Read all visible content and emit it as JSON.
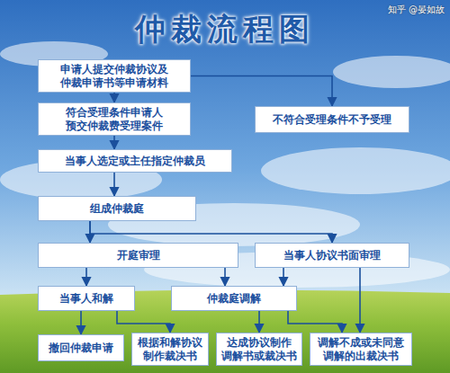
{
  "diagram": {
    "title": "仲裁流程图",
    "nodes": [
      {
        "text": [
          "申请人提交仲裁协议及 仲裁申请书等申请材料"
        ]
      },
      {
        "text": [
          "符合受理条件申请人 预交仲裁费受理案件"
        ]
      },
      {
        "text": [
          "不符合受理条件不予受理"
        ]
      },
      {
        "text": [
          "当事人选定或主任指定仲裁员"
        ]
      },
      {
        "text": [
          "组成仲裁庭"
        ]
      },
      {
        "text": [
          "开庭审理"
        ]
      },
      {
        "text": [
          "当事人协议书面审理"
        ]
      },
      {
        "text": [
          "当事人和解"
        ]
      },
      {
        "text": [
          "仲裁庭调解"
        ]
      },
      {
        "text": [
          "撤回仲裁申请"
        ]
      },
      {
        "text": [
          "根据和解协议 制作裁决书"
        ]
      },
      {
        "text": [
          "达成协议制作 调解书或裁决书"
        ]
      },
      {
        "text": [
          "调解不成或未同意 调解的出裁决书"
        ]
      }
    ],
    "edges": [
      {
        "from": 0,
        "to": 1,
        "arrow": "to"
      },
      {
        "from": 0,
        "to": 2,
        "arrow": "to"
      },
      {
        "from": 1,
        "to": 3,
        "arrow": "to"
      },
      {
        "from": 3,
        "to": 4,
        "arrow": "to"
      },
      {
        "from": 4,
        "to": 5,
        "arrow": "to"
      },
      {
        "from": 4,
        "to": 6,
        "arrow": "to"
      },
      {
        "from": 5,
        "to": 7,
        "arrow": "to"
      },
      {
        "from": 5,
        "to": 8,
        "arrow": "to"
      },
      {
        "from": 6,
        "to": 8,
        "arrow": "to"
      },
      {
        "from": 6,
        "to": 12,
        "arrow": "to"
      },
      {
        "from": 7,
        "to": 9,
        "arrow": "to"
      },
      {
        "from": 7,
        "to": 10,
        "arrow": "to"
      },
      {
        "from": 8,
        "to": 11,
        "arrow": "to"
      },
      {
        "from": 8,
        "to": 12,
        "arrow": "to"
      }
    ],
    "labels": [
      "知乎 @晏如故"
    ]
  }
}
